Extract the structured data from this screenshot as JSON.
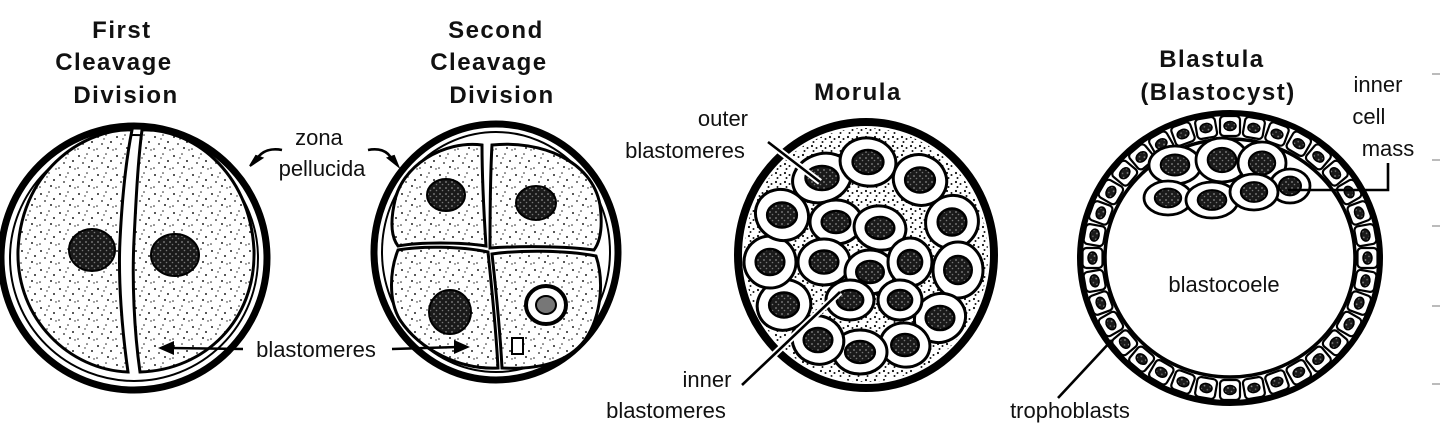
{
  "stages": {
    "first": {
      "title": [
        "First",
        "Cleavage",
        "Division"
      ]
    },
    "second": {
      "title": [
        "Second",
        "Cleavage",
        "Division"
      ]
    },
    "morula": {
      "title": "Morula"
    },
    "blastula": {
      "title": [
        "Blastula",
        "(Blastocyst)"
      ]
    }
  },
  "labels": {
    "zona": [
      "zona",
      "pellucida"
    ],
    "blastomeres": "blastomeres",
    "outer": [
      "outer",
      "blastomeres"
    ],
    "inner_blastomeres": [
      "inner",
      "blastomeres"
    ],
    "inner_cell_mass": [
      "inner",
      "cell",
      "mass"
    ],
    "blastocoele": "blastocoele",
    "trophoblasts": "trophoblasts"
  }
}
